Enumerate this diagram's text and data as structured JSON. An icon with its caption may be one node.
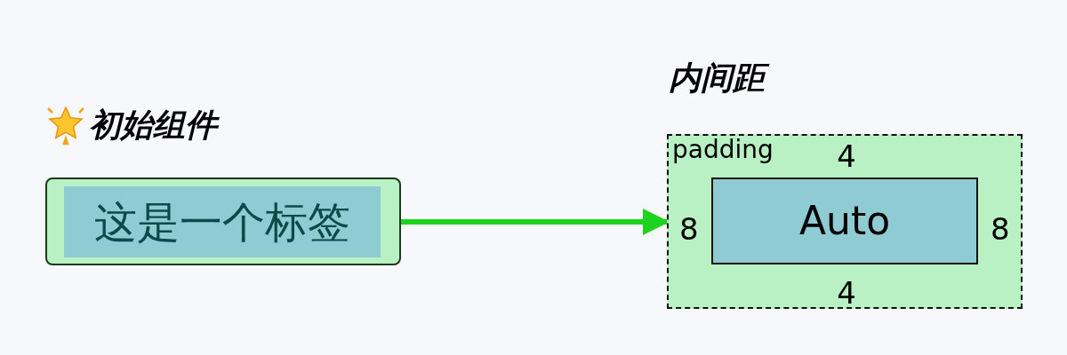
{
  "diagram": {
    "nodes": [
      {
        "text": [
          "这是一个标签"
        ]
      },
      {
        "text": [
          "padding",
          "4",
          "8",
          "8",
          "4"
        ]
      },
      {
        "text": [
          "Auto"
        ],
        "in": 1
      }
    ],
    "edges": [
      {
        "from": 0,
        "to": 1,
        "arrow": "to",
        "color": "#1ed31e"
      }
    ],
    "labels": [
      "初始组件",
      "内间距"
    ]
  }
}
